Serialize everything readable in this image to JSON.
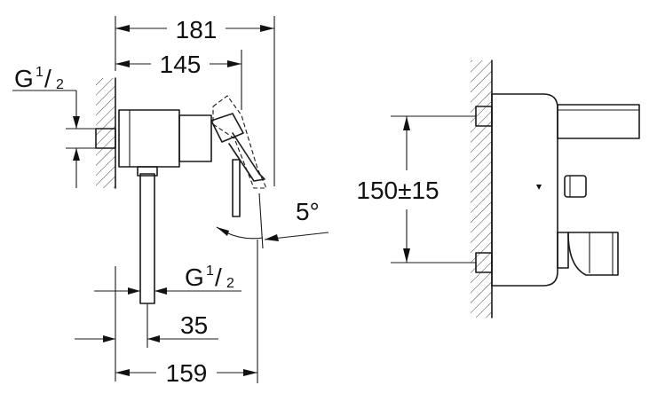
{
  "dimensions": {
    "overall_width": "181",
    "projection": "145",
    "angle": "5°",
    "centers": "150±15",
    "thread_top": {
      "prefix": "G",
      "numerator": "1",
      "slash": "/",
      "denominator": "2"
    },
    "thread_outlet": {
      "prefix": "G",
      "numerator": "1",
      "slash": "/",
      "denominator": "2"
    },
    "outlet_offset": "35",
    "depth": "159"
  }
}
